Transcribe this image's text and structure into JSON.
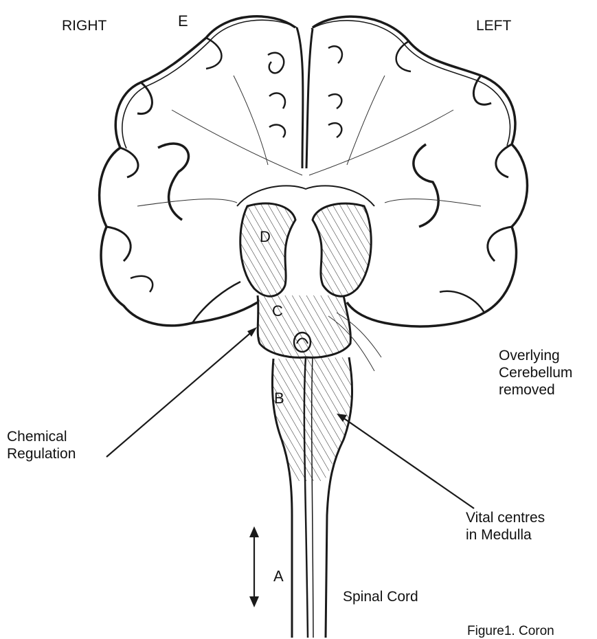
{
  "orientation": {
    "right": "RIGHT",
    "left": "LEFT"
  },
  "regions": {
    "a": "A",
    "b": "B",
    "c": "C",
    "d": "D",
    "e": "E"
  },
  "annotations": {
    "chemical_regulation": [
      "Chemical",
      "Regulation"
    ],
    "vital_centres": [
      "Vital centres",
      "in Medulla"
    ],
    "overlying": [
      "Overlying",
      "Cerebellum",
      "removed"
    ],
    "spinal_cord": "Spinal Cord"
  },
  "caption": "Figure1. Coron",
  "colors": {
    "ink": "#1a1a1a",
    "background": "#ffffff"
  }
}
